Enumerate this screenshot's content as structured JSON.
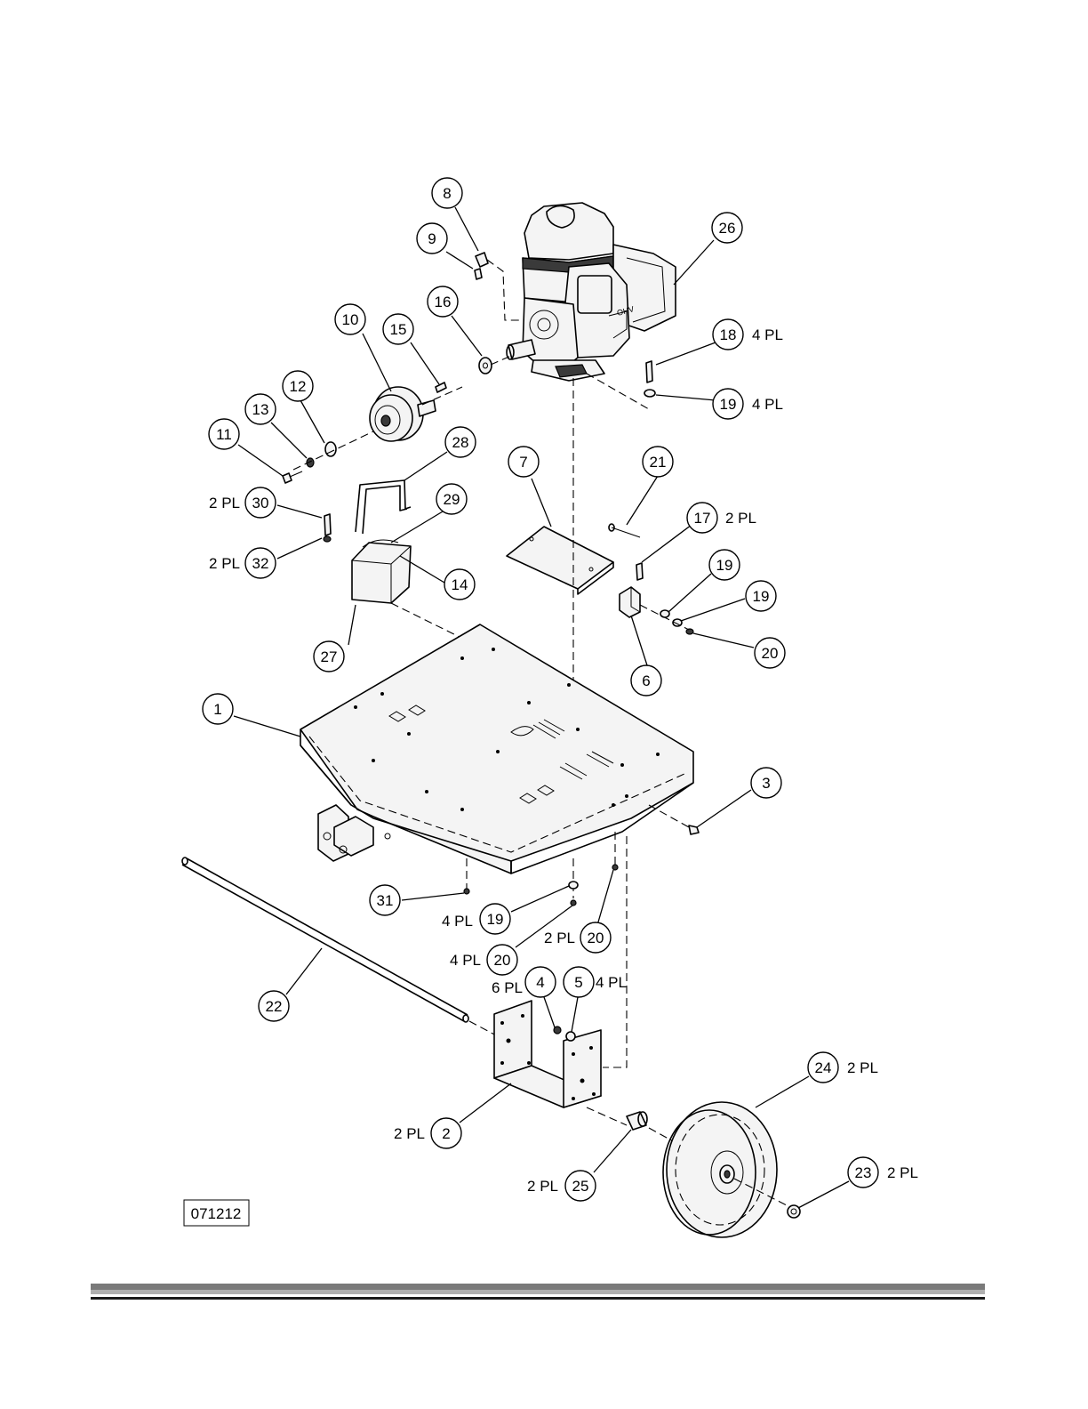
{
  "reference_code": "071212",
  "callouts": [
    {
      "id": "c8",
      "num": "8",
      "pl": ""
    },
    {
      "id": "c9",
      "num": "9",
      "pl": ""
    },
    {
      "id": "c26",
      "num": "26",
      "pl": ""
    },
    {
      "id": "c10",
      "num": "10",
      "pl": ""
    },
    {
      "id": "c15",
      "num": "15",
      "pl": ""
    },
    {
      "id": "c16",
      "num": "16",
      "pl": ""
    },
    {
      "id": "c18",
      "num": "18",
      "pl": "4 PL"
    },
    {
      "id": "c19a",
      "num": "19",
      "pl": "4 PL"
    },
    {
      "id": "c12",
      "num": "12",
      "pl": ""
    },
    {
      "id": "c13",
      "num": "13",
      "pl": ""
    },
    {
      "id": "c11",
      "num": "11",
      "pl": ""
    },
    {
      "id": "c28",
      "num": "28",
      "pl": ""
    },
    {
      "id": "c7",
      "num": "7",
      "pl": ""
    },
    {
      "id": "c21",
      "num": "21",
      "pl": ""
    },
    {
      "id": "c30",
      "num": "30",
      "pl": "2 PL"
    },
    {
      "id": "c29",
      "num": "29",
      "pl": ""
    },
    {
      "id": "c17",
      "num": "17",
      "pl": "2 PL"
    },
    {
      "id": "c32",
      "num": "32",
      "pl": "2 PL"
    },
    {
      "id": "c19b",
      "num": "19",
      "pl": ""
    },
    {
      "id": "c14",
      "num": "14",
      "pl": ""
    },
    {
      "id": "c19c",
      "num": "19",
      "pl": ""
    },
    {
      "id": "c27",
      "num": "27",
      "pl": ""
    },
    {
      "id": "c20a",
      "num": "20",
      "pl": ""
    },
    {
      "id": "c6",
      "num": "6",
      "pl": ""
    },
    {
      "id": "c1",
      "num": "1",
      "pl": ""
    },
    {
      "id": "c3",
      "num": "3",
      "pl": ""
    },
    {
      "id": "c31",
      "num": "31",
      "pl": "4 PL"
    },
    {
      "id": "c19d",
      "num": "19",
      "pl": ""
    },
    {
      "id": "c20b",
      "num": "20",
      "pl": "2 PL"
    },
    {
      "id": "c20c",
      "num": "20",
      "pl": "4 PL"
    },
    {
      "id": "c4",
      "num": "4",
      "pl": "6 PL"
    },
    {
      "id": "c5",
      "num": "5",
      "pl": "4 PL"
    },
    {
      "id": "c22",
      "num": "22",
      "pl": ""
    },
    {
      "id": "c24",
      "num": "24",
      "pl": "2 PL"
    },
    {
      "id": "c2",
      "num": "2",
      "pl": "2 PL"
    },
    {
      "id": "c25",
      "num": "25",
      "pl": "2 PL"
    },
    {
      "id": "c23",
      "num": "23",
      "pl": "2 PL"
    }
  ]
}
